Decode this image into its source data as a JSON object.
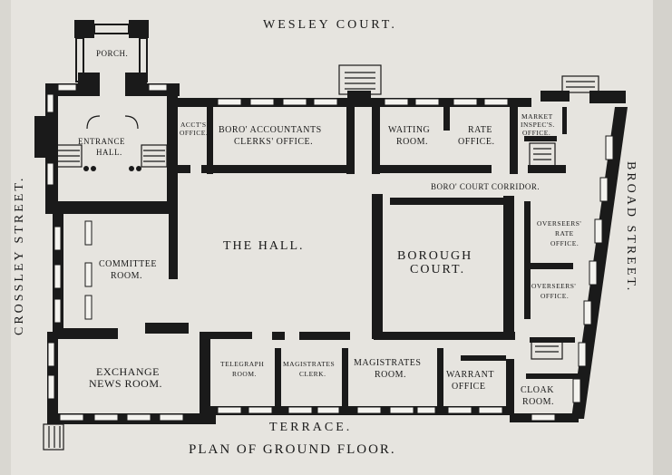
{
  "title": "PLAN OF GROUND FLOOR.",
  "streets": {
    "north": "WESLEY COURT.",
    "west": "CROSSLEY STREET.",
    "east": "BROAD STREET.",
    "south": "TERRACE."
  },
  "rooms": {
    "porch": "PORCH.",
    "entrance_hall_1": "ENTRANCE",
    "entrance_hall_2": "HALL.",
    "accts_office_1": "ACCT'S.",
    "accts_office_2": "OFFICE.",
    "boro_accountants_1": "BORO' ACCOUNTANTS",
    "boro_accountants_2": "CLERKS' OFFICE.",
    "waiting_room_1": "WAITING",
    "waiting_room_2": "ROOM.",
    "rate_office_1": "RATE",
    "rate_office_2": "OFFICE.",
    "market_inspec_1": "MARKET",
    "market_inspec_2": "INSPEC'S.",
    "market_inspec_3": "OFFICE.",
    "boro_court_corridor": "BORO' COURT CORRIDOR.",
    "the_hall": "THE HALL.",
    "borough_court_1": "BOROUGH",
    "borough_court_2": "COURT.",
    "overseers_rate_1": "OVERSEERS'",
    "overseers_rate_2": "RATE",
    "overseers_rate_3": "OFFICE.",
    "overseers_office_1": "OVERSEERS'",
    "overseers_office_2": "OFFICE.",
    "committee_room_1": "COMMITTEE",
    "committee_room_2": "ROOM.",
    "exchange_news_1": "EXCHANGE",
    "exchange_news_2": "NEWS ROOM.",
    "telegraph_room_1": "TELEGRAPH",
    "telegraph_room_2": "ROOM.",
    "magistrates_clerk_1": "MAGISTRATES",
    "magistrates_clerk_2": "CLERK.",
    "magistrates_room_1": "MAGISTRATES",
    "magistrates_room_2": "ROOM.",
    "warrant_office_1": "WARRANT",
    "warrant_office_2": "OFFICE",
    "cloak_room_1": "CLOAK",
    "cloak_room_2": "ROOM."
  },
  "colors": {
    "paper": "#e6e4df",
    "ink": "#1a1a1a",
    "window": "#f4f3ef"
  }
}
